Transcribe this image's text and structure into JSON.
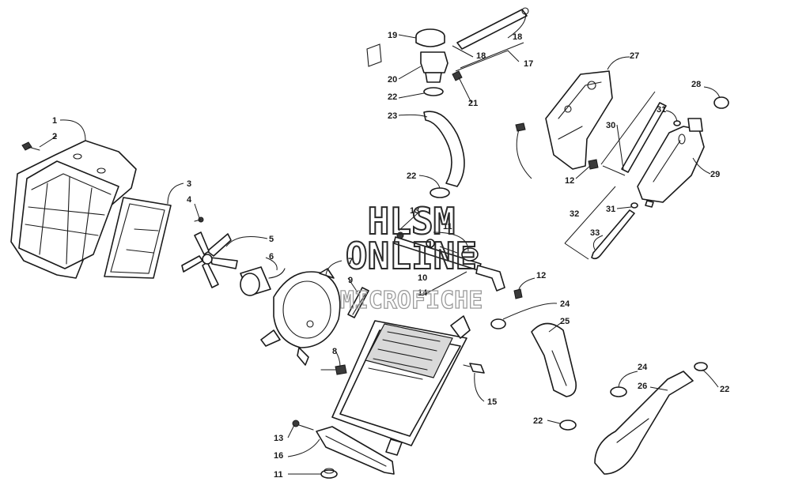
{
  "watermark": {
    "line1": "HLSM",
    "line2": "ONLINE",
    "line3": "MICROFICHE"
  },
  "callouts": [
    {
      "id": "c1",
      "label": "1"
    },
    {
      "id": "c2",
      "label": "2"
    },
    {
      "id": "c3",
      "label": "3"
    },
    {
      "id": "c4",
      "label": "4"
    },
    {
      "id": "c5",
      "label": "5"
    },
    {
      "id": "c6",
      "label": "6"
    },
    {
      "id": "c7",
      "label": "7"
    },
    {
      "id": "c8",
      "label": "8"
    },
    {
      "id": "c9",
      "label": "9"
    },
    {
      "id": "c10",
      "label": "10"
    },
    {
      "id": "c11a",
      "label": "11"
    },
    {
      "id": "c11b",
      "label": "11"
    },
    {
      "id": "c12a",
      "label": "12"
    },
    {
      "id": "c12b",
      "label": "12"
    },
    {
      "id": "c13a",
      "label": "13"
    },
    {
      "id": "c13b",
      "label": "13"
    },
    {
      "id": "c14",
      "label": "14"
    },
    {
      "id": "c15",
      "label": "15"
    },
    {
      "id": "c16",
      "label": "16"
    },
    {
      "id": "c17",
      "label": "17"
    },
    {
      "id": "c18a",
      "label": "18"
    },
    {
      "id": "c18b",
      "label": "18"
    },
    {
      "id": "c19",
      "label": "19"
    },
    {
      "id": "c20",
      "label": "20"
    },
    {
      "id": "c21",
      "label": "21"
    },
    {
      "id": "c22a",
      "label": "22"
    },
    {
      "id": "c22b",
      "label": "22"
    },
    {
      "id": "c22c",
      "label": "22"
    },
    {
      "id": "c22d",
      "label": "22"
    },
    {
      "id": "c23",
      "label": "23"
    },
    {
      "id": "c24a",
      "label": "24"
    },
    {
      "id": "c24b",
      "label": "24"
    },
    {
      "id": "c25",
      "label": "25"
    },
    {
      "id": "c26",
      "label": "26"
    },
    {
      "id": "c27",
      "label": "27"
    },
    {
      "id": "c28",
      "label": "28"
    },
    {
      "id": "c29",
      "label": "29"
    },
    {
      "id": "c30",
      "label": "30"
    },
    {
      "id": "c31a",
      "label": "31"
    },
    {
      "id": "c31b",
      "label": "31"
    },
    {
      "id": "c32",
      "label": "32"
    },
    {
      "id": "c33",
      "label": "33"
    }
  ]
}
